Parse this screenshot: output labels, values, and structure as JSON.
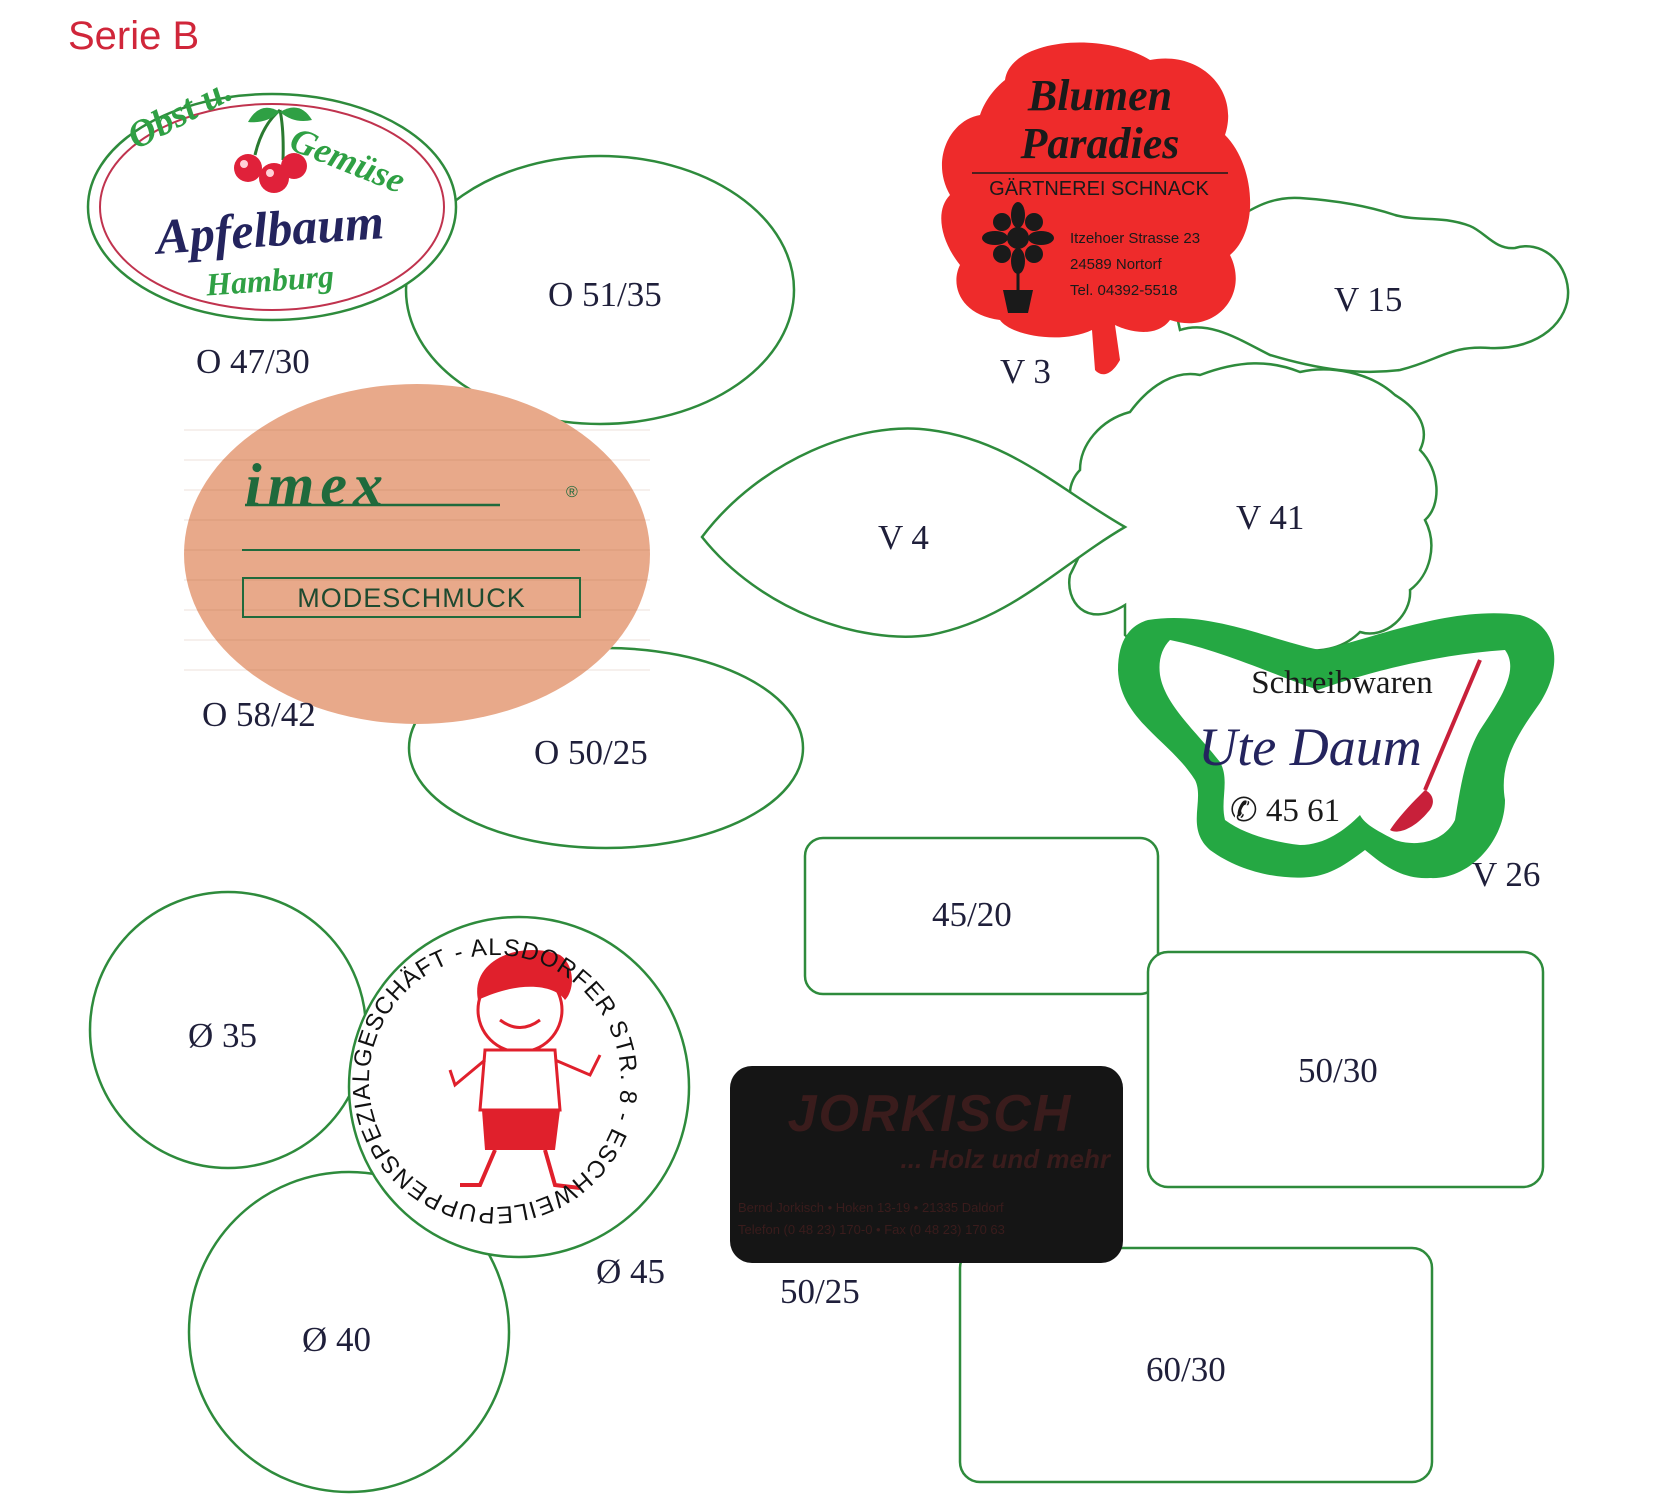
{
  "page": {
    "title": "Serie B",
    "colors": {
      "title": "#d0263a",
      "outline": "#2e8b3c",
      "red_label": "#ee2b2b",
      "kraft": "#e8a98a",
      "black_label": "#151515",
      "green_fill": "#25a843",
      "navy_text": "#24245e"
    }
  },
  "shapes": {
    "o4730": "O 47/30",
    "o5135": "O 51/35",
    "o5842": "O 58/42",
    "o5025": "O 50/25",
    "v3": "V 3",
    "v15": "V 15",
    "v4": "V 4",
    "v41": "V 41",
    "v26": "V 26",
    "r4520": "45/20",
    "r5030": "50/30",
    "r5025": "50/25",
    "r6030": "60/30",
    "d35": "Ø 35",
    "d40": "Ø 40",
    "d45": "Ø 45"
  },
  "labels": {
    "apfelbaum": {
      "line1": "Obst u.",
      "line2": "Gemüse",
      "name": "Apfelbaum",
      "city": "Hamburg"
    },
    "blumen": {
      "line1": "Blumen",
      "line2": "Paradies",
      "sub": "GÄRTNEREI SCHNACK",
      "addr1": "Itzehoer Strasse 23",
      "addr2": "24589 Nortorf",
      "phone": "Tel. 04392-5518"
    },
    "imex": {
      "brand": "imex",
      "reg": "®",
      "tag": "MODESCHMUCK"
    },
    "schreibwaren": {
      "line1": "Schreibwaren",
      "name": "Ute Daum",
      "phone": "✆ 45 61"
    },
    "jorkisch": {
      "brand": "JORKISCH",
      "sub": "... Holz und mehr",
      "addr": "Bernd Jorkisch • Hoken 13-19 • 21335 Daldorf",
      "phone": "Telefon (0 48 23) 170-0 • Fax (0 48 23) 170 63"
    },
    "puppen": {
      "ring": "PUPPENSPEZIALGESCHÄFT - ALSDORFER STR. 8 - ESCHWEILER - "
    }
  }
}
